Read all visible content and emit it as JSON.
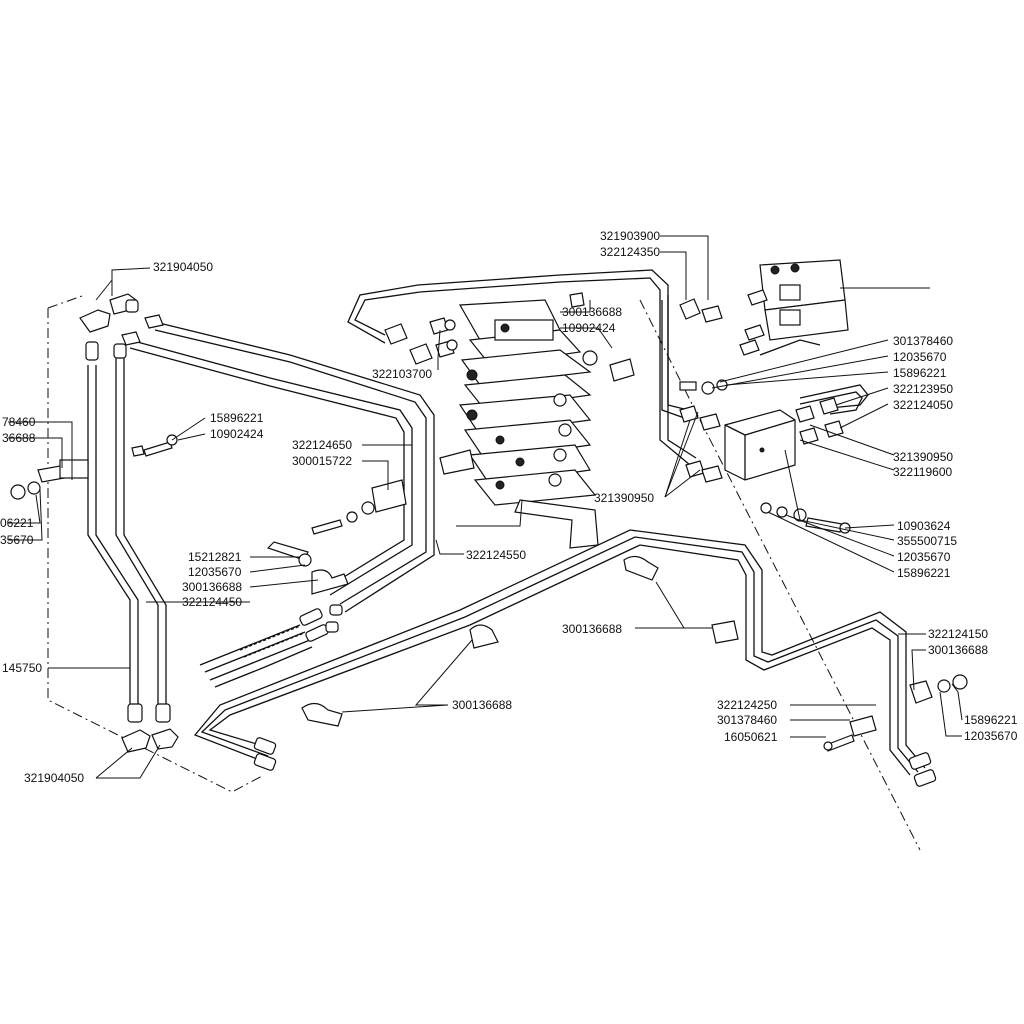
{
  "labels": [
    {
      "id": "l1",
      "text": "321904050"
    },
    {
      "id": "l2",
      "text": "321903900"
    },
    {
      "id": "l3",
      "text": "322124350"
    },
    {
      "id": "l4",
      "text": "300136688"
    },
    {
      "id": "l5",
      "text": "10902424"
    },
    {
      "id": "l6",
      "text": "322103700"
    },
    {
      "id": "l7",
      "text": "301378460"
    },
    {
      "id": "l8",
      "text": "12035670"
    },
    {
      "id": "l9",
      "text": "15896221"
    },
    {
      "id": "l10",
      "text": "322123950"
    },
    {
      "id": "l11",
      "text": "322124050"
    },
    {
      "id": "l12",
      "text": "78460"
    },
    {
      "id": "l13",
      "text": "36688"
    },
    {
      "id": "l14",
      "text": "15896221"
    },
    {
      "id": "l15",
      "text": "10902424"
    },
    {
      "id": "l16",
      "text": "322124650"
    },
    {
      "id": "l17",
      "text": "300015722"
    },
    {
      "id": "l18",
      "text": "321390950"
    },
    {
      "id": "l19",
      "text": "322119600"
    },
    {
      "id": "l20",
      "text": "321390950"
    },
    {
      "id": "l21",
      "text": "06221"
    },
    {
      "id": "l22",
      "text": "35670"
    },
    {
      "id": "l23",
      "text": "10903624"
    },
    {
      "id": "l24",
      "text": "355500715"
    },
    {
      "id": "l25",
      "text": "12035670"
    },
    {
      "id": "l26",
      "text": "15896221"
    },
    {
      "id": "l27",
      "text": "15212821"
    },
    {
      "id": "l28",
      "text": "12035670"
    },
    {
      "id": "l29",
      "text": "300136688"
    },
    {
      "id": "l30",
      "text": "322124450"
    },
    {
      "id": "l31",
      "text": "322124550"
    },
    {
      "id": "l32",
      "text": "300136688"
    },
    {
      "id": "l33",
      "text": "322124150"
    },
    {
      "id": "l34",
      "text": "300136688"
    },
    {
      "id": "l35",
      "text": "145750"
    },
    {
      "id": "l36",
      "text": "15896221"
    },
    {
      "id": "l37",
      "text": "12035670"
    },
    {
      "id": "l38",
      "text": "322124250"
    },
    {
      "id": "l39",
      "text": "301378460"
    },
    {
      "id": "l40",
      "text": "16050621"
    },
    {
      "id": "l41",
      "text": "300136688"
    },
    {
      "id": "l42",
      "text": "321904050"
    }
  ]
}
